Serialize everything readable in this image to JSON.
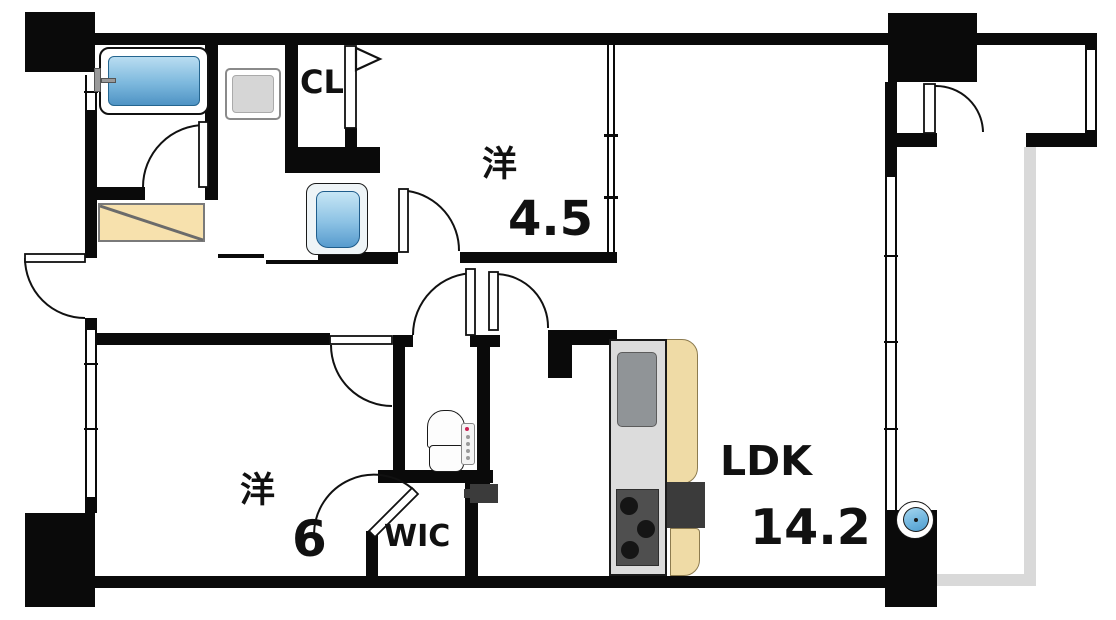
{
  "rooms": {
    "western_small": {
      "label": "洋",
      "size": "4.5"
    },
    "western_large": {
      "label": "洋",
      "size": "6"
    },
    "ldk": {
      "label": "LDK",
      "size": "14.2"
    },
    "wic": {
      "label": "WIC"
    },
    "closet": {
      "label": "CL"
    }
  },
  "fixtures": [
    "bathtub",
    "bath-faucet",
    "washing-machine-pan",
    "washbasin",
    "toilet",
    "kitchen-counter",
    "kitchen-sink",
    "gas-stove",
    "shoe-cabinet",
    "balcony-faucet"
  ],
  "colors": {
    "wall": "#0a0a0a",
    "bath_water_blue": "#5596c8",
    "counter_tan": "#efdba6",
    "fixture_gray": "#dcdcdc",
    "balcony_line_gray": "#d9d9d9",
    "washlet_led_red": "#cc2255"
  }
}
